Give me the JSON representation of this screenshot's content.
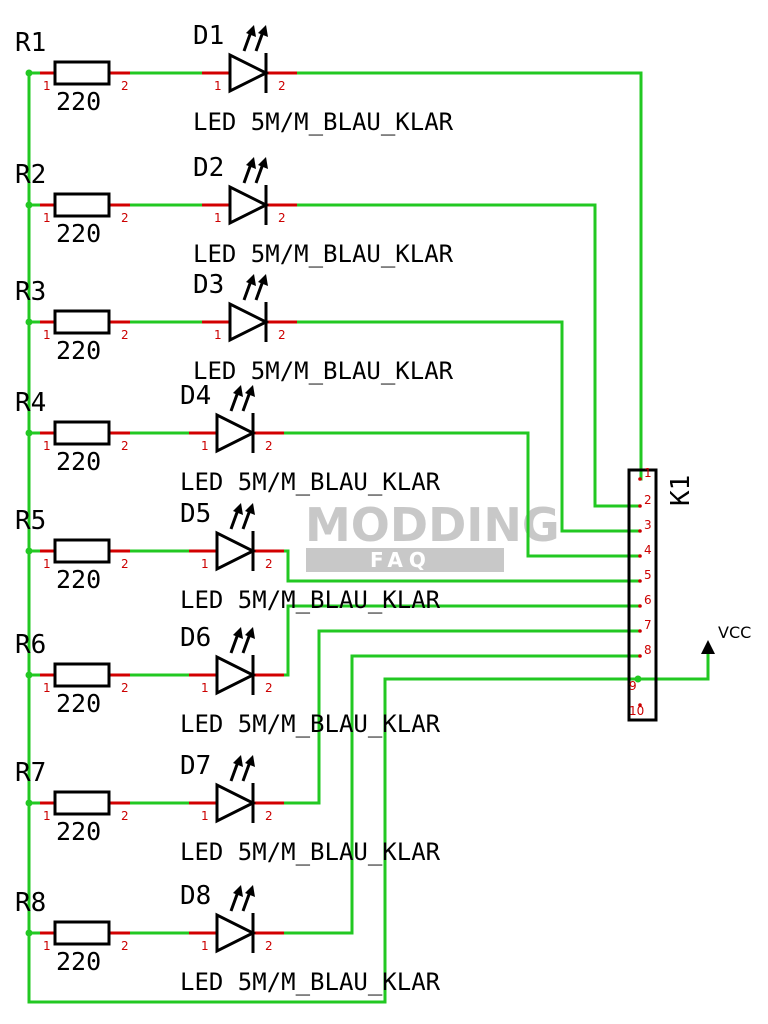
{
  "rows": [
    {
      "resistor": "R1",
      "value": "220",
      "diode": "D1",
      "led": "LED 5M/M_BLAU_KLAR"
    },
    {
      "resistor": "R2",
      "value": "220",
      "diode": "D2",
      "led": "LED 5M/M_BLAU_KLAR"
    },
    {
      "resistor": "R3",
      "value": "220",
      "diode": "D3",
      "led": "LED 5M/M_BLAU_KLAR"
    },
    {
      "resistor": "R4",
      "value": "220",
      "diode": "D4",
      "led": "LED 5M/M_BLAU_KLAR"
    },
    {
      "resistor": "R5",
      "value": "220",
      "diode": "D5",
      "led": "LED 5M/M_BLAU_KLAR"
    },
    {
      "resistor": "R6",
      "value": "220",
      "diode": "D6",
      "led": "LED 5M/M_BLAU_KLAR"
    },
    {
      "resistor": "R7",
      "value": "220",
      "diode": "D7",
      "led": "LED 5M/M_BLAU_KLAR"
    },
    {
      "resistor": "R8",
      "value": "220",
      "diode": "D8",
      "led": "LED 5M/M_BLAU_KLAR"
    }
  ],
  "pin_labels": {
    "one": "1",
    "two": "2"
  },
  "connector": {
    "name": "K1",
    "pins": [
      "1",
      "2",
      "3",
      "4",
      "5",
      "6",
      "7",
      "8",
      "9",
      "10"
    ]
  },
  "supply": {
    "label": "VCC"
  },
  "watermark": {
    "line1": "MODDING",
    "line2": "FAQ"
  },
  "colors": {
    "wire": "#22c822",
    "pin": "#d20000",
    "symbol": "#000000"
  }
}
